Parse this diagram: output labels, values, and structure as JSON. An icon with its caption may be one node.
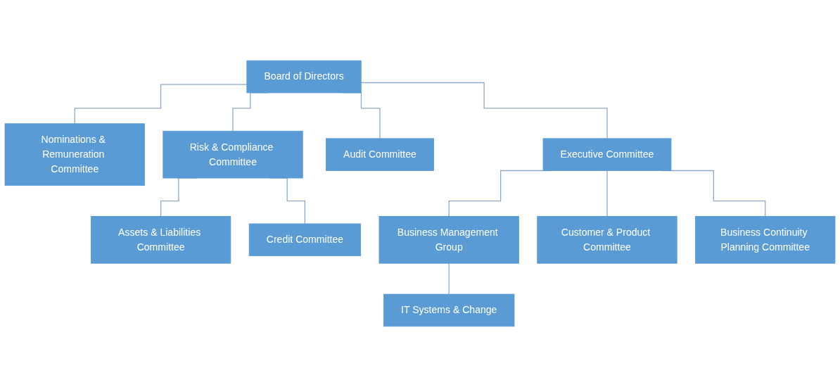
{
  "diagram": {
    "nodes": [
      {
        "text": [
          "Board of Directors"
        ]
      },
      {
        "text": [
          "Nominations & Remuneration Committee"
        ]
      },
      {
        "text": [
          "Risk & Compliance Committee"
        ]
      },
      {
        "text": [
          "Audit Committee"
        ]
      },
      {
        "text": [
          "Executive Committee"
        ]
      },
      {
        "text": [
          "Assets & Liabilities Committee"
        ]
      },
      {
        "text": [
          "Business Management Group"
        ]
      },
      {
        "text": [
          "Customer & Product Committee"
        ]
      },
      {
        "text": [
          "Business Continuity Planning Committee"
        ]
      },
      {
        "text": [
          "Credit Committee"
        ]
      },
      {
        "text": [
          "IT Systems & Change"
        ]
      }
    ],
    "edges": [
      {
        "from": 0,
        "to": 1,
        "arrow": "none"
      },
      {
        "from": 0,
        "to": 2,
        "arrow": "none"
      },
      {
        "from": 0,
        "to": 3,
        "arrow": "none"
      },
      {
        "from": 0,
        "to": 4,
        "arrow": "none"
      },
      {
        "from": 2,
        "to": 5,
        "arrow": "none"
      },
      {
        "from": 2,
        "to": 9,
        "arrow": "none"
      },
      {
        "from": 4,
        "to": 6,
        "arrow": "none"
      },
      {
        "from": 4,
        "to": 7,
        "arrow": "none"
      },
      {
        "from": 4,
        "to": 8,
        "arrow": "none"
      },
      {
        "from": 6,
        "to": 10,
        "arrow": "none"
      }
    ]
  }
}
